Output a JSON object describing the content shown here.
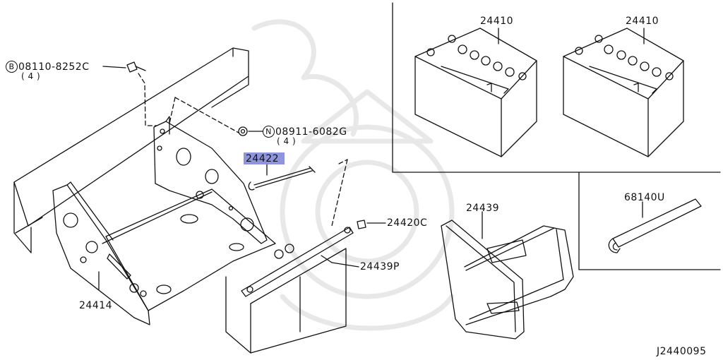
{
  "parts": {
    "bolt_code_letter": "B",
    "bolt_number": "08110-8252C",
    "bolt_qty": "( 4 )",
    "nut_code_letter": "N",
    "nut_number": "08911-6082G",
    "nut_qty": "( 4 )",
    "rod_prefix": "2442",
    "rod_suffix": "2",
    "clip": "24420C",
    "frame": "24414",
    "battery_left": "24410",
    "battery_right": "24410",
    "strap": "24439",
    "spacer": "24439P",
    "seal": "68140U"
  },
  "diagram_id": "J2440095",
  "colors": {
    "ink": "#111111",
    "highlight": "#8289d8",
    "watermark": "#e9e9e9"
  }
}
